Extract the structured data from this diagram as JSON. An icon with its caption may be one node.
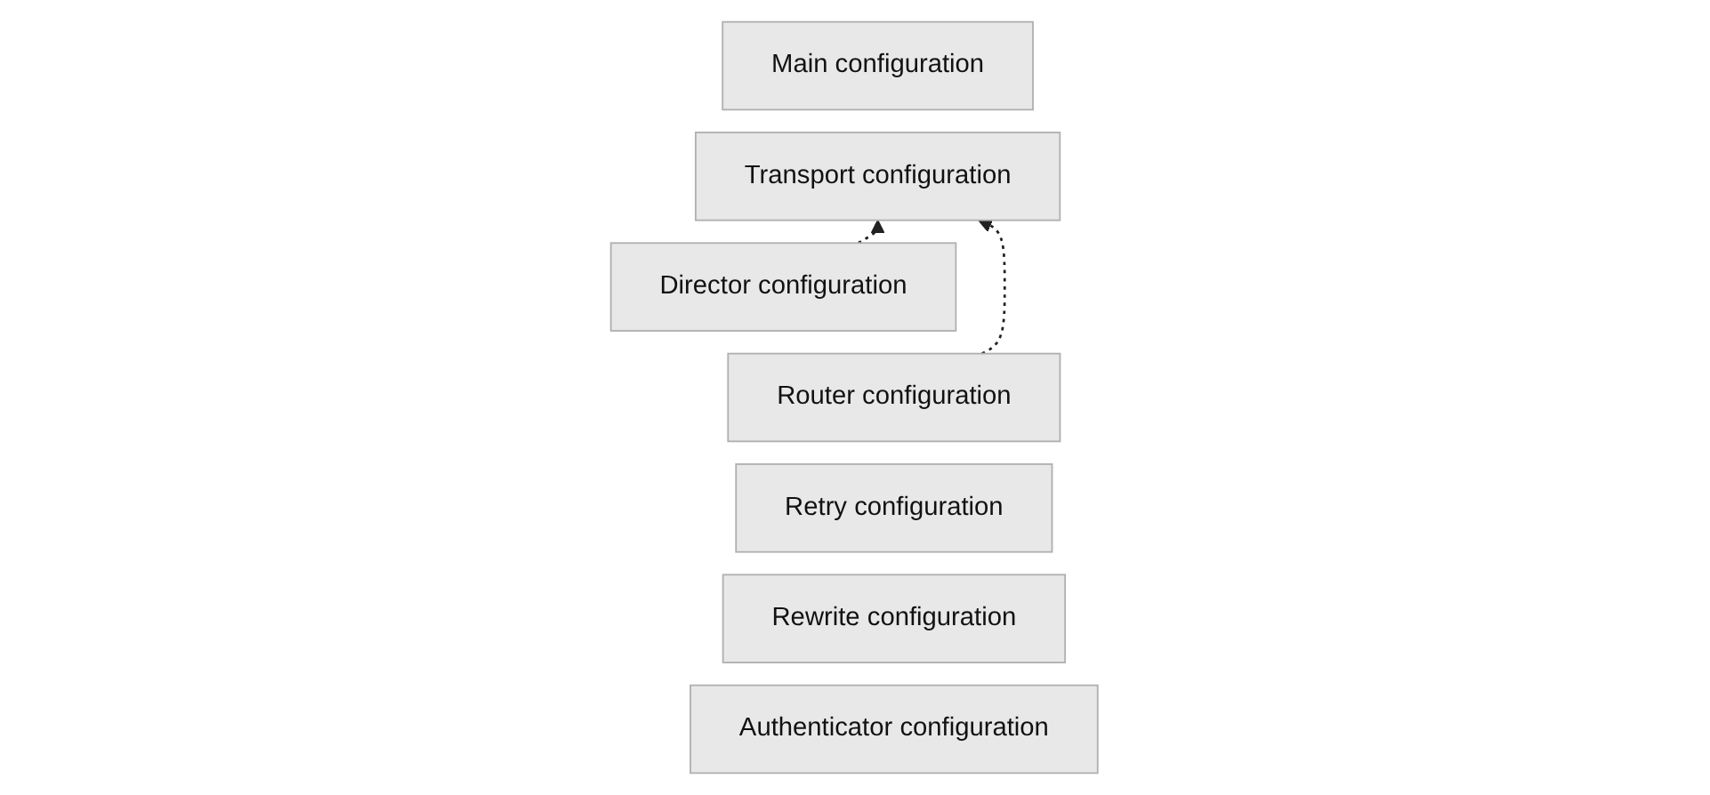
{
  "diagram": {
    "nodes": [
      {
        "text": [
          "Main configuration"
        ]
      },
      {
        "text": [
          "Transport configuration"
        ]
      },
      {
        "text": [
          "Director configuration"
        ]
      },
      {
        "text": [
          "Router configuration"
        ]
      },
      {
        "text": [
          "Retry configuration"
        ]
      },
      {
        "text": [
          "Rewrite configuration"
        ]
      },
      {
        "text": [
          "Authenticator configuration"
        ]
      }
    ],
    "edges": [
      {
        "from": 2,
        "to": 1,
        "arrow": "to",
        "style": "dashed"
      },
      {
        "from": 3,
        "to": 1,
        "arrow": "to",
        "style": "dashed"
      }
    ]
  }
}
